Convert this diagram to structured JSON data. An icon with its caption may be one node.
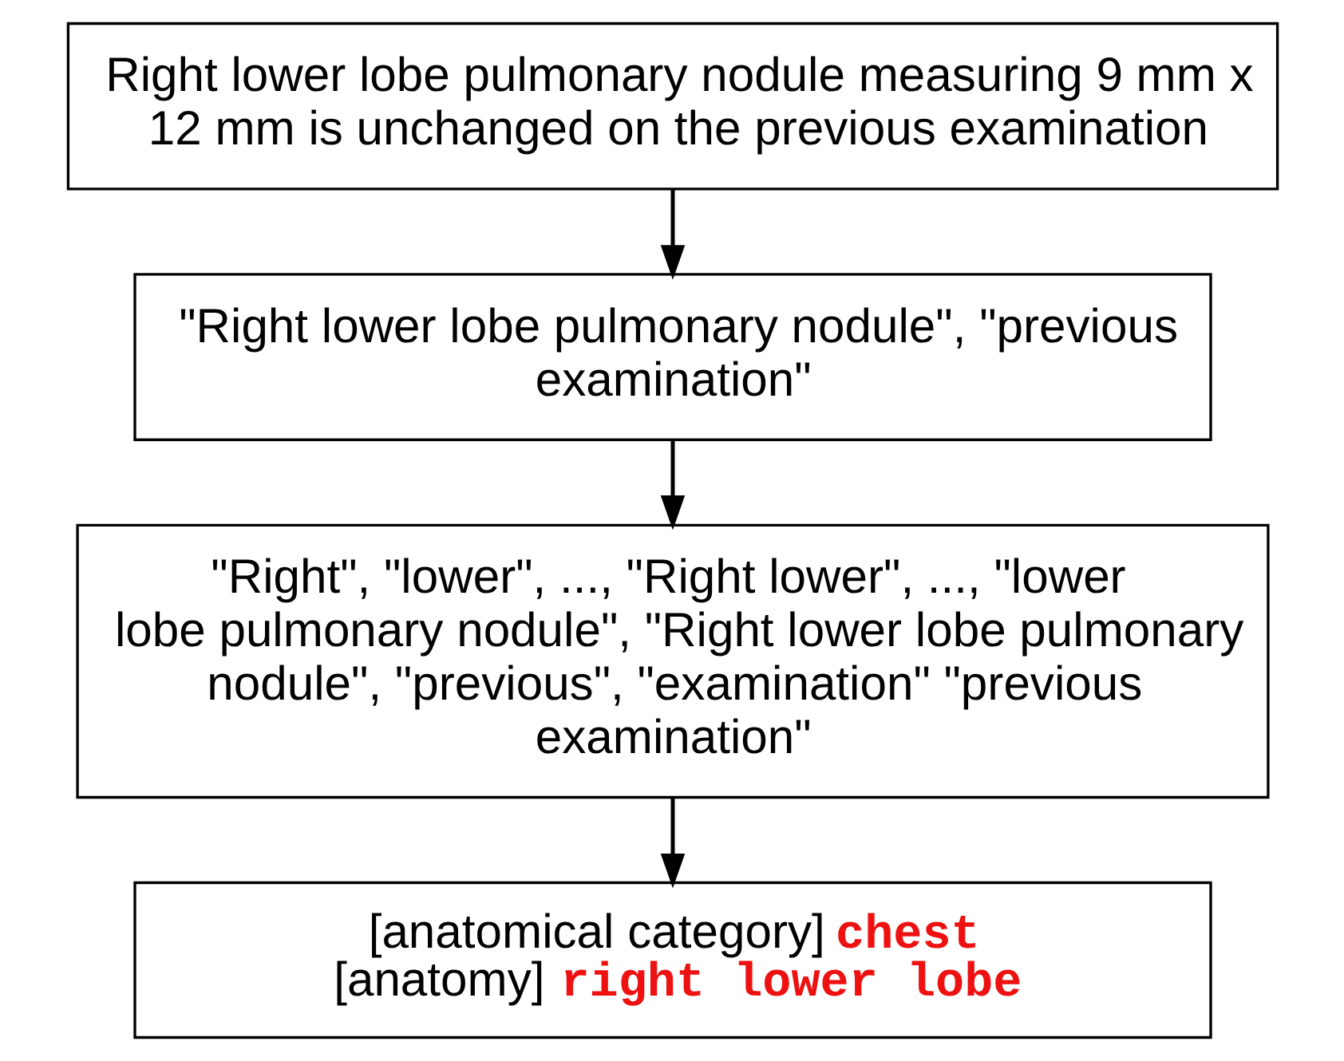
{
  "diagram": {
    "nodes": [
      {
        "text": [
          "Right lower lobe pulmonary nodule measuring 9 mm x 12 mm is unchanged on the previous examination"
        ]
      },
      {
        "text": [
          "\"Right lower lobe pulmonary nodule\", \"previous examination\""
        ]
      },
      {
        "text": [
          "\"Right\", \"lower\", ..., \"Right lower\", ..., \"lower lobe pulmonary nodule\", \"Right lower lobe pulmonary nodule\", \"previous\", \"examination\" \"previous examination\""
        ]
      },
      {
        "text": [
          "[anatomical category] **chest**",
          "[anatomy] **right lower lobe**"
        ]
      }
    ],
    "edges": [
      {
        "from": 0,
        "to": 1,
        "arrow": "to"
      },
      {
        "from": 1,
        "to": 2,
        "arrow": "to"
      },
      {
        "from": 2,
        "to": 3,
        "arrow": "to"
      }
    ]
  }
}
